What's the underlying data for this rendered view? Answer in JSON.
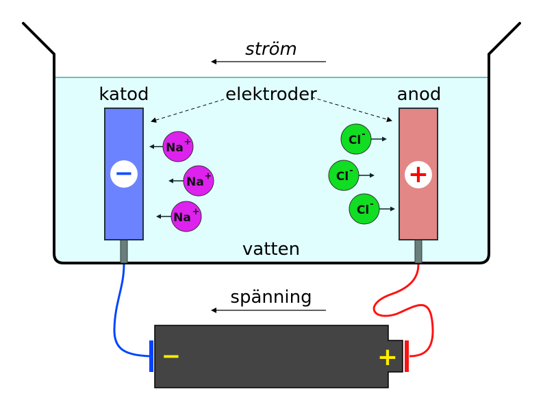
{
  "labels": {
    "current": "ström",
    "electrodes": "elektroder",
    "cathode": "katod",
    "anode": "anod",
    "water": "vatten",
    "voltage": "spänning"
  },
  "ions": {
    "sodium": {
      "symbol": "Na",
      "charge": "+",
      "count": 3
    },
    "chloride": {
      "symbol": "Cl",
      "charge": "-",
      "count": 3
    }
  },
  "electrode_signs": {
    "cathode": "−",
    "anode": "+"
  },
  "battery": {
    "negative": "−",
    "positive": "+"
  },
  "colors": {
    "water": "#e0fefe",
    "water_surface": "#4aa3a3",
    "cathode": "#6c83ff",
    "anode": "#e38686",
    "sodium_ion": "#dd22ee",
    "chloride_ion": "#11dd22",
    "wire_negative": "#0044ff",
    "wire_positive": "#ff1111",
    "battery_body": "#444444",
    "battery_sign": "#ffee00"
  }
}
